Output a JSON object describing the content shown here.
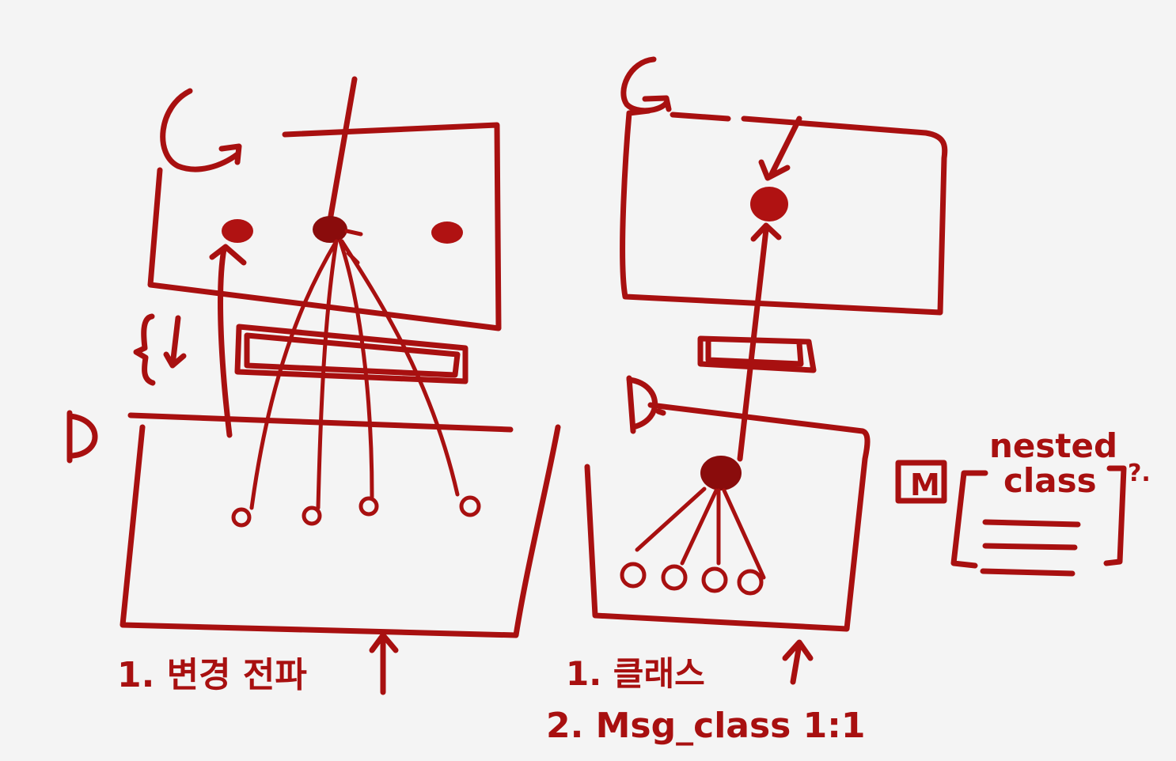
{
  "colors": {
    "ink": "#a81010",
    "background": "#f4f4f4"
  },
  "left_diagram": {
    "top_box_label": "G",
    "bottom_box_label": "D",
    "note": "1. 변경 전파"
  },
  "right_diagram": {
    "top_box_label": "G",
    "bottom_box_label": "D.",
    "note_1": "1. 클래스",
    "note_2": "2. Msg_class 1:1"
  },
  "side_note": {
    "box_label": "M",
    "line1": "nested",
    "line2": "class",
    "suffix": "?."
  }
}
